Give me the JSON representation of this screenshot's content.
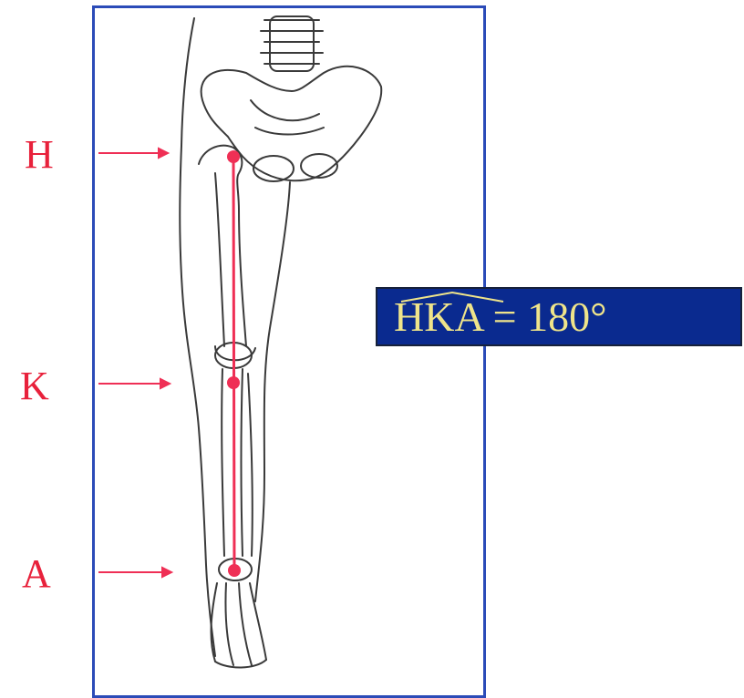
{
  "colors": {
    "label": "#e8213b",
    "axis_line": "#ef2f55",
    "frame": "#2b4bb8",
    "box_bg": "#0a2a8f",
    "box_text": "#efe48a",
    "outline": "#3a3a3a"
  },
  "markers": [
    {
      "letter": "H"
    },
    {
      "letter": "K"
    },
    {
      "letter": "A"
    }
  ],
  "formula": {
    "text": "HKA = 180°"
  }
}
